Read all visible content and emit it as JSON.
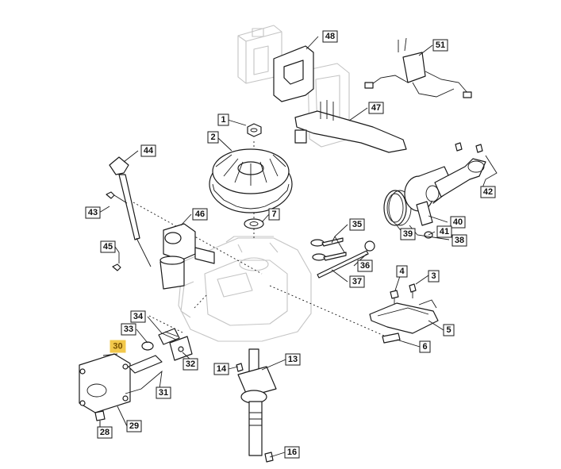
{
  "diagram": {
    "callouts": [
      {
        "id": "1",
        "highlight": false
      },
      {
        "id": "2",
        "highlight": false
      },
      {
        "id": "3",
        "highlight": false
      },
      {
        "id": "4",
        "highlight": false
      },
      {
        "id": "5",
        "highlight": false
      },
      {
        "id": "6",
        "highlight": false
      },
      {
        "id": "7",
        "highlight": false
      },
      {
        "id": "13",
        "highlight": false
      },
      {
        "id": "14",
        "highlight": false
      },
      {
        "id": "16",
        "highlight": false
      },
      {
        "id": "28",
        "highlight": false
      },
      {
        "id": "29",
        "highlight": false
      },
      {
        "id": "30",
        "highlight": true
      },
      {
        "id": "31",
        "highlight": false
      },
      {
        "id": "32",
        "highlight": false
      },
      {
        "id": "33",
        "highlight": false
      },
      {
        "id": "34",
        "highlight": false
      },
      {
        "id": "35",
        "highlight": false
      },
      {
        "id": "36",
        "highlight": false
      },
      {
        "id": "37",
        "highlight": false
      },
      {
        "id": "38",
        "highlight": false
      },
      {
        "id": "39",
        "highlight": false
      },
      {
        "id": "40",
        "highlight": false
      },
      {
        "id": "41",
        "highlight": false
      },
      {
        "id": "42",
        "highlight": false
      },
      {
        "id": "43",
        "highlight": false
      },
      {
        "id": "44",
        "highlight": false
      },
      {
        "id": "45",
        "highlight": false
      },
      {
        "id": "46",
        "highlight": false
      },
      {
        "id": "47",
        "highlight": false
      },
      {
        "id": "48",
        "highlight": false
      },
      {
        "id": "51",
        "highlight": false
      }
    ],
    "colors": {
      "highlight": "#f2c84b",
      "line": "#1a1a1a",
      "ghost_outline": "#c4c4c4"
    }
  }
}
